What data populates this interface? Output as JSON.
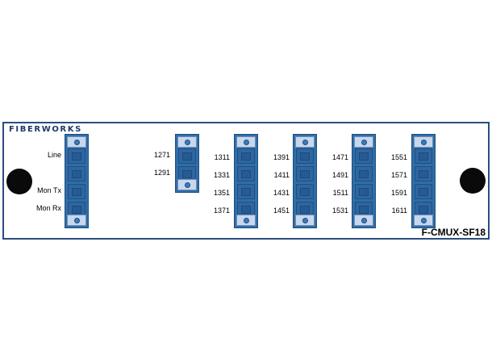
{
  "brand": "FIBERWORKS",
  "model": "F-CMUX-SF18",
  "colors": {
    "panel_border": "#2b4c7e",
    "module_blue": "#2f6ea7",
    "cap_light": "#c7d7ee",
    "hole": "#0a0a0a"
  },
  "modules": [
    {
      "ports": 4,
      "labels": [
        "Line",
        "",
        "Mon Tx",
        "Mon Rx"
      ]
    },
    {
      "ports": 2,
      "labels": [
        "1271",
        "1291"
      ]
    },
    {
      "ports": 4,
      "labels": [
        "1311",
        "1331",
        "1351",
        "1371"
      ]
    },
    {
      "ports": 4,
      "labels": [
        "1391",
        "1411",
        "1431",
        "1451"
      ]
    },
    {
      "ports": 4,
      "labels": [
        "1471",
        "1491",
        "1511",
        "1531"
      ]
    },
    {
      "ports": 4,
      "labels": [
        "1551",
        "1571",
        "1591",
        "1611"
      ]
    }
  ]
}
